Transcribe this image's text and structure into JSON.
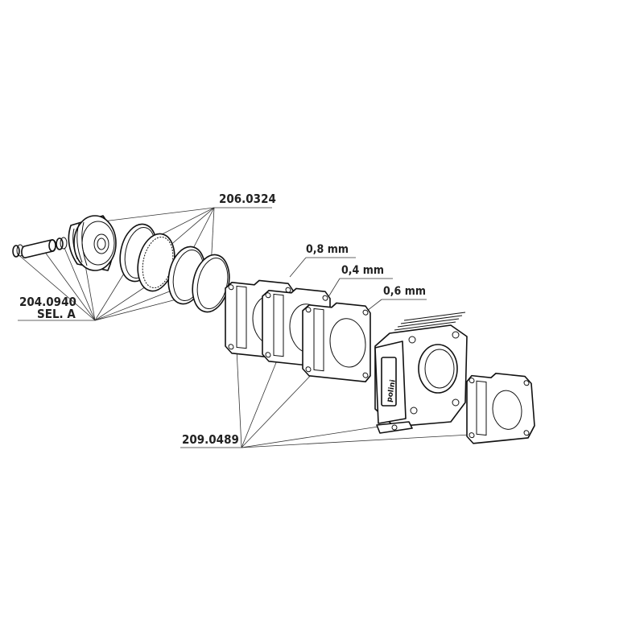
{
  "labels": {
    "rings_kit": "206.0324",
    "pin_kit_line1": "204.0940",
    "pin_kit_line2": "SEL. A",
    "gasket_08": "0,8 mm",
    "gasket_04": "0,4 mm",
    "gasket_06": "0,6 mm",
    "gasket_kit": "209.0489"
  },
  "colors": {
    "line": "#333333",
    "text": "#222222",
    "background": "#ffffff"
  }
}
